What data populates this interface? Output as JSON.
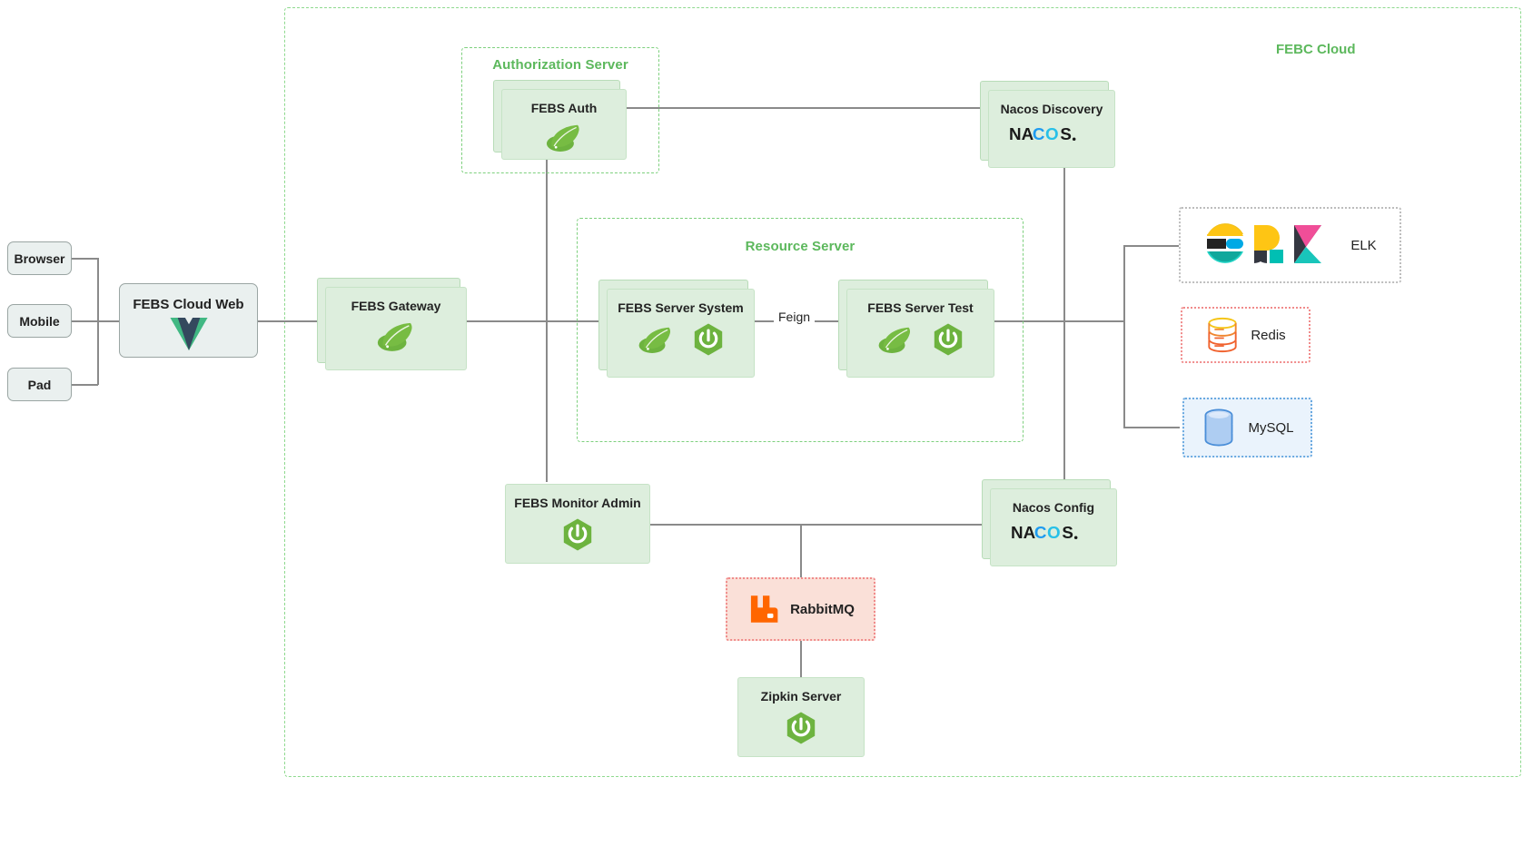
{
  "diagram": {
    "title": "FEBC Cloud",
    "cloud_label": "FEBC Cloud",
    "accent_green": "#5cb85c",
    "box_green_bg": "#ddeedd",
    "box_green_border": "#b8dcb8",
    "line_color": "#8a8a8a"
  },
  "clients": [
    {
      "label": "Browser"
    },
    {
      "label": "Mobile"
    },
    {
      "label": "Pad"
    }
  ],
  "web": {
    "label": "FEBS Cloud Web",
    "icon": "vue-icon"
  },
  "gateway": {
    "label": "FEBS Gateway",
    "icons": [
      "spring-leaf-icon"
    ]
  },
  "groups": {
    "authorization": {
      "title": "Authorization Server",
      "service": {
        "label": "FEBS Auth",
        "icons": [
          "spring-leaf-icon"
        ]
      }
    },
    "resource": {
      "title": "Resource Server",
      "services": [
        {
          "label": "FEBS Server System",
          "icons": [
            "spring-leaf-icon",
            "spring-boot-actuator-icon"
          ]
        },
        {
          "label": "FEBS Server Test",
          "icons": [
            "spring-leaf-icon",
            "spring-boot-actuator-icon"
          ]
        }
      ],
      "edge_label": "Feign"
    }
  },
  "registry": {
    "discovery": {
      "label": "Nacos Discovery",
      "logo": "nacos-logo"
    },
    "config": {
      "label": "Nacos Config",
      "logo": "nacos-logo"
    }
  },
  "monitor": {
    "label": "FEBS Monitor Admin",
    "icons": [
      "spring-boot-actuator-icon"
    ]
  },
  "tracing": {
    "zipkin": {
      "label": "Zipkin Server",
      "icons": [
        "spring-boot-actuator-icon"
      ]
    },
    "rabbitmq": {
      "label": "RabbitMQ",
      "icon": "rabbitmq-icon"
    }
  },
  "stores": [
    {
      "label": "ELK",
      "icon": "elk-logo",
      "style": "elk"
    },
    {
      "label": "Redis",
      "icon": "redis-db-icon",
      "style": "redis"
    },
    {
      "label": "MySQL",
      "icon": "mysql-db-icon",
      "style": "mysql"
    }
  ]
}
